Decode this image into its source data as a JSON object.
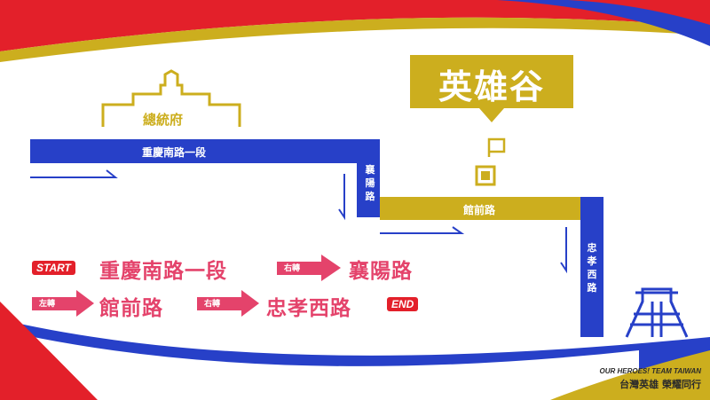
{
  "colors": {
    "blue": "#2740c8",
    "gold": "#ccae1e",
    "red": "#e3202a",
    "pink": "#e4436b",
    "navy": "#1c2b86"
  },
  "landmarks": {
    "presidential_office": "總統府",
    "destination": "英雄谷"
  },
  "map_roads": {
    "chongqing": "重慶南路一段",
    "xiangyang": "襄陽路",
    "guanqian": "館前路",
    "zhongxiao": "忠孝西路"
  },
  "route": {
    "start_label": "START",
    "end_label": "END",
    "turn_label": "右轉",
    "left_turn_label": "左轉",
    "step1": "重慶南路一段",
    "step2": "襄陽路",
    "step3": "館前路",
    "step4": "忠孝西路"
  },
  "branding": {
    "english": "OUR HEROES! TEAM TAIWAN",
    "chinese": "台灣英雄 榮耀同行"
  }
}
